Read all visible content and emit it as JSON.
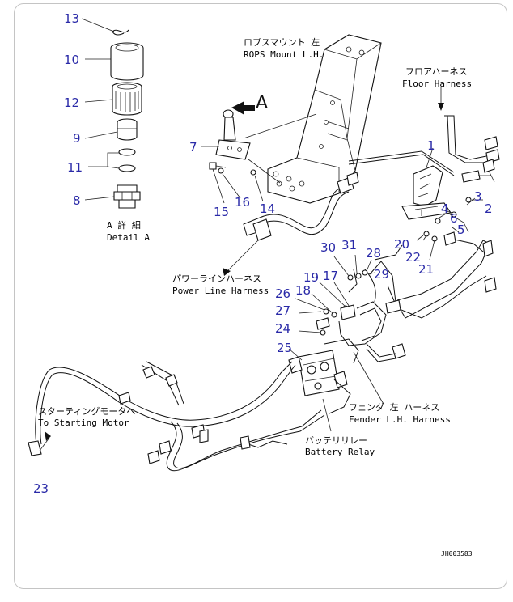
{
  "colors": {
    "callout": "#2a2aa8",
    "line": "#111111",
    "frame": "#c4c4c4"
  },
  "callouts": [
    {
      "id": "c13",
      "text": "13"
    },
    {
      "id": "c10",
      "text": "10"
    },
    {
      "id": "c12",
      "text": "12"
    },
    {
      "id": "c9",
      "text": "9"
    },
    {
      "id": "c11",
      "text": "11"
    },
    {
      "id": "c8",
      "text": "8"
    },
    {
      "id": "c7",
      "text": "7"
    },
    {
      "id": "c15",
      "text": "15"
    },
    {
      "id": "c16",
      "text": "16"
    },
    {
      "id": "c14",
      "text": "14"
    },
    {
      "id": "c1",
      "text": "1"
    },
    {
      "id": "c3",
      "text": "3"
    },
    {
      "id": "c2",
      "text": "2"
    },
    {
      "id": "c4",
      "text": "4"
    },
    {
      "id": "c6",
      "text": "6"
    },
    {
      "id": "c5",
      "text": "5"
    },
    {
      "id": "c20",
      "text": "20"
    },
    {
      "id": "c22",
      "text": "22"
    },
    {
      "id": "c21",
      "text": "21"
    },
    {
      "id": "c30",
      "text": "30"
    },
    {
      "id": "c31",
      "text": "31"
    },
    {
      "id": "c28",
      "text": "28"
    },
    {
      "id": "c29",
      "text": "29"
    },
    {
      "id": "c19",
      "text": "19"
    },
    {
      "id": "c17",
      "text": "17"
    },
    {
      "id": "c26",
      "text": "26"
    },
    {
      "id": "c18",
      "text": "18"
    },
    {
      "id": "c27",
      "text": "27"
    },
    {
      "id": "c24",
      "text": "24"
    },
    {
      "id": "c25",
      "text": "25"
    },
    {
      "id": "c23",
      "text": "23"
    }
  ],
  "labels": {
    "rops_jp": "ロプスマウント 左",
    "rops_en": "ROPS Mount L.H.",
    "floor_jp": "フロアハーネス",
    "floor_en": "Floor Harness",
    "detail_jp": "A 詳 細",
    "detail_en": "Detail A",
    "view_marker": "A",
    "power_jp": "パワーラインハーネス",
    "power_en": "Power Line Harness",
    "fender_jp": "フェンダ 左 ハーネス",
    "fender_en": "Fender L.H. Harness",
    "battery_jp": "バッテリリレー",
    "battery_en": "Battery Relay",
    "starting_jp": "スターティングモータへ",
    "starting_en": "To Starting Motor",
    "drawing_code": "JH003583"
  }
}
